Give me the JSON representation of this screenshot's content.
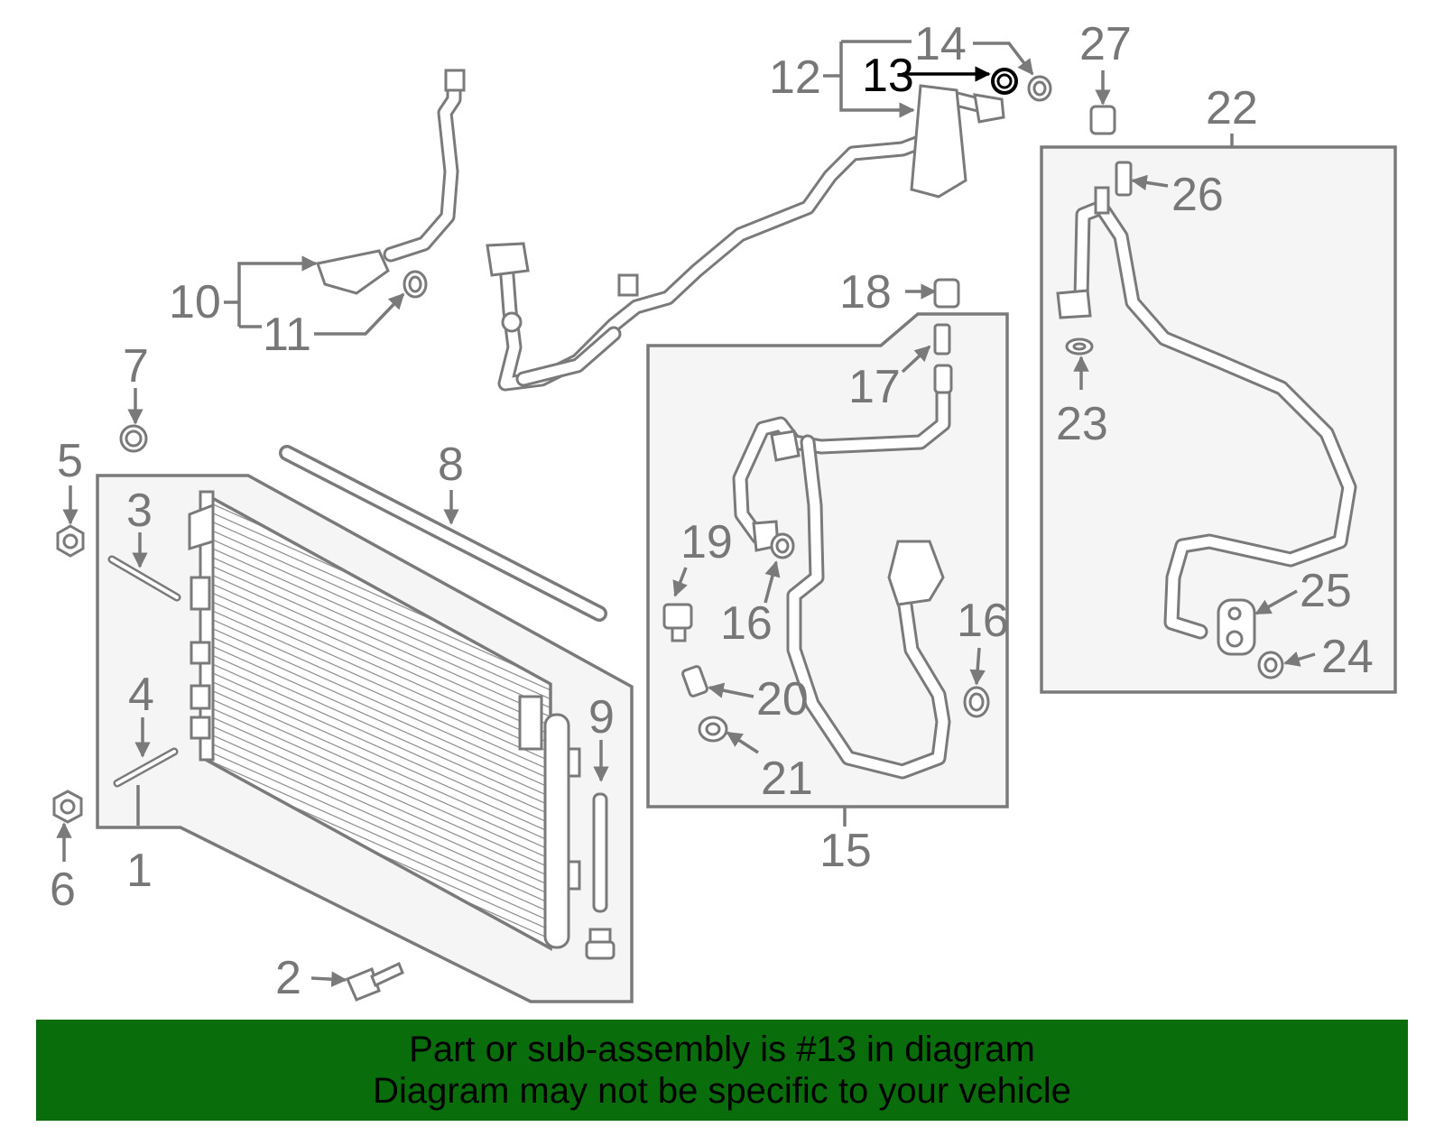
{
  "callouts": {
    "c1": "1",
    "c2": "2",
    "c3": "3",
    "c4": "4",
    "c5": "5",
    "c6": "6",
    "c7": "7",
    "c8": "8",
    "c9": "9",
    "c10": "10",
    "c11": "11",
    "c12": "12",
    "c13": "13",
    "c14": "14",
    "c15": "15",
    "c16a": "16",
    "c16b": "16",
    "c17": "17",
    "c18": "18",
    "c19": "19",
    "c20": "20",
    "c21": "21",
    "c22": "22",
    "c23": "23",
    "c24": "24",
    "c25": "25",
    "c26": "26",
    "c27": "27"
  },
  "highlighted_callout": "13",
  "banner": {
    "line1": "Part or sub-assembly is #13 in diagram",
    "line2": "Diagram may not be specific to your vehicle"
  },
  "colors": {
    "banner_background": "#0a6d0c",
    "line_art": "#7a7a7a",
    "highlight": "#000000"
  }
}
